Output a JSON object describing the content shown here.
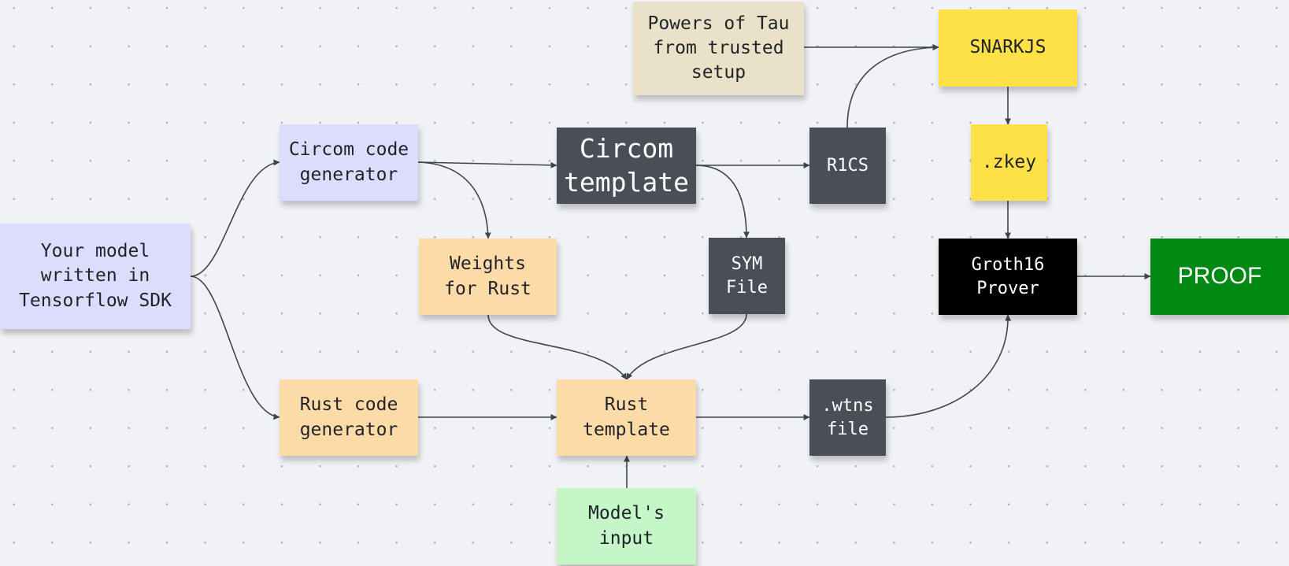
{
  "colors": {
    "background": "#f0f2f5",
    "purple_note": "#dcdcfd",
    "orange_note": "#fddba6",
    "beige_note": "#e9e2c8",
    "yellow_note": "#fde146",
    "dark_note": "#4a4f57",
    "black_note": "#000000",
    "green_note": "#008a13",
    "light_green_note": "#c4f6c8",
    "edge": "#3f454e"
  },
  "nodes": [
    {
      "id": "model",
      "label": "Your model\nwritten in\nTensorflow SDK",
      "style": "purple"
    },
    {
      "id": "circom_gen",
      "label": "Circom code\ngenerator",
      "style": "purple"
    },
    {
      "id": "rust_gen",
      "label": "Rust code\ngenerator",
      "style": "orange"
    },
    {
      "id": "circom_template",
      "label": "Circom\ntemplate",
      "style": "dark"
    },
    {
      "id": "weights",
      "label": "Weights\nfor Rust",
      "style": "orange"
    },
    {
      "id": "rust_template",
      "label": "Rust\ntemplate",
      "style": "orange"
    },
    {
      "id": "model_input",
      "label": "Model's\ninput",
      "style": "light-green"
    },
    {
      "id": "powers_of_tau",
      "label": "Powers of Tau\nfrom trusted\nsetup",
      "style": "beige"
    },
    {
      "id": "r1cs",
      "label": "R1CS",
      "style": "dark"
    },
    {
      "id": "sym_file",
      "label": "SYM\nFile",
      "style": "dark"
    },
    {
      "id": "wtns_file",
      "label": ".wtns\nfile",
      "style": "dark"
    },
    {
      "id": "snarkjs",
      "label": "SNARKJS",
      "style": "yellow"
    },
    {
      "id": "zkey",
      "label": ".zkey",
      "style": "yellow"
    },
    {
      "id": "groth16",
      "label": "Groth16\nProver",
      "style": "black"
    },
    {
      "id": "proof",
      "label": "PROOF",
      "style": "green"
    }
  ],
  "edges": [
    {
      "from": "model",
      "to": "circom_gen"
    },
    {
      "from": "model",
      "to": "rust_gen"
    },
    {
      "from": "circom_gen",
      "to": "circom_template"
    },
    {
      "from": "circom_gen",
      "to": "weights"
    },
    {
      "from": "rust_gen",
      "to": "rust_template"
    },
    {
      "from": "circom_template",
      "to": "r1cs"
    },
    {
      "from": "circom_template",
      "to": "sym_file"
    },
    {
      "from": "weights",
      "to": "rust_template"
    },
    {
      "from": "sym_file",
      "to": "rust_template"
    },
    {
      "from": "model_input",
      "to": "rust_template"
    },
    {
      "from": "rust_template",
      "to": "wtns_file"
    },
    {
      "from": "powers_of_tau",
      "to": "snarkjs"
    },
    {
      "from": "r1cs",
      "to": "snarkjs"
    },
    {
      "from": "snarkjs",
      "to": "zkey"
    },
    {
      "from": "zkey",
      "to": "groth16"
    },
    {
      "from": "wtns_file",
      "to": "groth16"
    },
    {
      "from": "groth16",
      "to": "proof"
    }
  ]
}
